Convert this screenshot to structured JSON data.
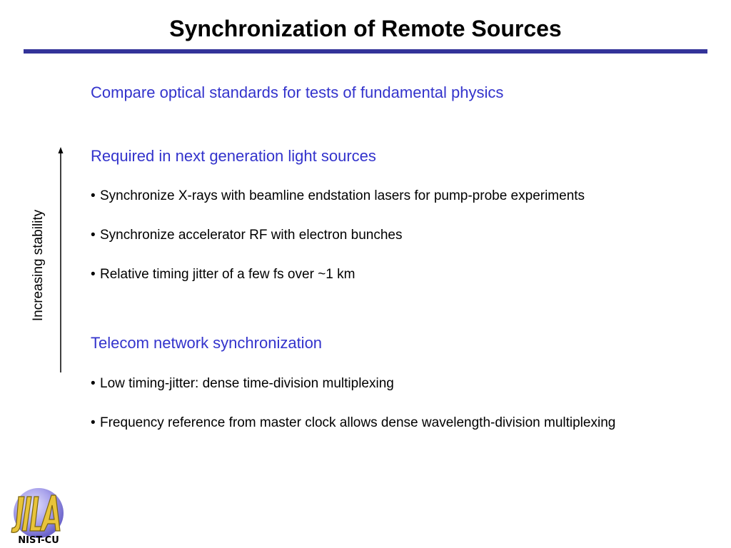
{
  "slide": {
    "title": "Synchronization of Remote Sources",
    "accent_color": "#333399",
    "heading_color": "#3333cc"
  },
  "stability_axis": {
    "label": "Increasing stability",
    "icon": "up-arrow-icon"
  },
  "sections": {
    "fundamental": {
      "heading": "Compare optical standards for tests of fundamental physics"
    },
    "light_sources": {
      "heading": "Required in next generation light sources",
      "bullets": [
        "Synchronize X-rays with beamline endstation lasers for pump-probe experiments",
        "Synchronize accelerator RF with electron bunches",
        "Relative timing jitter of a few fs over ~1 km"
      ]
    },
    "telecom": {
      "heading": "Telecom network synchronization",
      "bullets": [
        "Low timing-jitter: dense time-division multiplexing",
        "Frequency reference from master clock allows dense wavelength-division multiplexing"
      ]
    }
  },
  "logo": {
    "monogram": "JILA",
    "caption": "NIST-CU"
  },
  "bullet_glyph": "•"
}
